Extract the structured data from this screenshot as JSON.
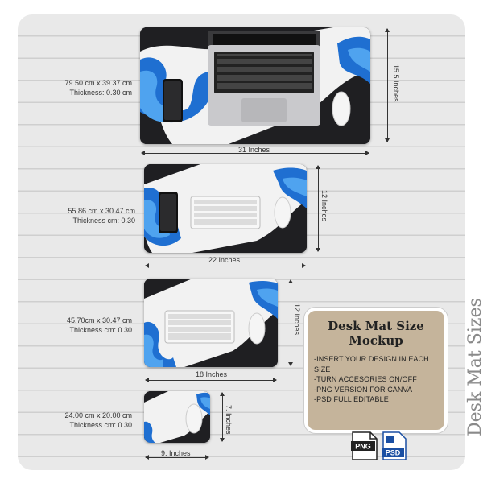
{
  "mats": [
    {
      "dims": "79.50 cm x 39.37 cm",
      "thickness": "Thickness: 0.30 cm",
      "width_label": "31 Inches",
      "height_label": "15.5 Inches"
    },
    {
      "dims": "55.86 cm x 30.47 cm",
      "thickness": "Thickness cm: 0.30",
      "width_label": "22 Inches",
      "height_label": "12 Inches"
    },
    {
      "dims": "45.70cm x 30.47 cm",
      "thickness": "Thickness cm: 0.30",
      "width_label": "18 Inches",
      "height_label": "12 Inches"
    },
    {
      "dims": "24.00 cm x 20.00 cm",
      "thickness": "Thickness cm: 0.30",
      "width_label": "9. Inches",
      "height_label": "7. Inches"
    }
  ],
  "info": {
    "title_line1": "Desk Mat Size",
    "title_line2": "Mockup",
    "bullets": [
      "-INSERT YOUR DESIGN IN EACH SIZE",
      "-TURN ACCESORIES ON/OFF",
      "-PNG VERSION FOR CANVA",
      "-PSD FULL EDITABLE"
    ]
  },
  "badges": {
    "png": "PNG",
    "psd": "PSD"
  },
  "side_title": "Desk Mat Sizes",
  "colors": {
    "accent_blue": "#1f6fd1",
    "mat_dark": "#1f1f22",
    "info_bg": "#c5b49b"
  }
}
